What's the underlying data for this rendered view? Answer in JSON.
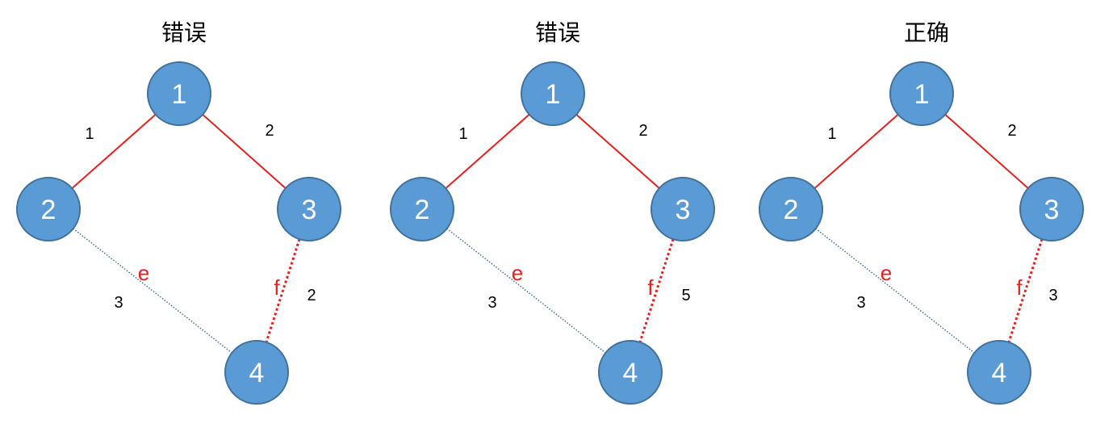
{
  "panels": [
    {
      "title": "错误",
      "edges": [
        {
          "from": "1",
          "to": "2",
          "weight": "1",
          "style": "solid-red"
        },
        {
          "from": "1",
          "to": "3",
          "weight": "2",
          "style": "solid-red"
        },
        {
          "from": "2",
          "to": "4",
          "weight": "3",
          "name": "e",
          "style": "dotted-blue"
        },
        {
          "from": "3",
          "to": "4",
          "weight": "2",
          "name": "f",
          "style": "dotted-red"
        }
      ]
    },
    {
      "title": "错误",
      "edges": [
        {
          "from": "1",
          "to": "2",
          "weight": "1",
          "style": "solid-red"
        },
        {
          "from": "1",
          "to": "3",
          "weight": "2",
          "style": "solid-red"
        },
        {
          "from": "2",
          "to": "4",
          "weight": "3",
          "name": "e",
          "style": "dotted-blue"
        },
        {
          "from": "3",
          "to": "4",
          "weight": "5",
          "name": "f",
          "style": "dotted-red"
        }
      ]
    },
    {
      "title": "正确",
      "edges": [
        {
          "from": "1",
          "to": "2",
          "weight": "1",
          "style": "solid-red"
        },
        {
          "from": "1",
          "to": "3",
          "weight": "2",
          "style": "solid-red"
        },
        {
          "from": "2",
          "to": "4",
          "weight": "3",
          "name": "e",
          "style": "dotted-blue"
        },
        {
          "from": "3",
          "to": "4",
          "weight": "3",
          "name": "f",
          "style": "dotted-red"
        }
      ]
    }
  ],
  "nodes": [
    "1",
    "2",
    "3",
    "4"
  ],
  "colors": {
    "node_fill": "#5b9bd5",
    "node_stroke": "#41719c",
    "tree_edge": "#e8201f",
    "dotted_blue": "#41719c",
    "edge_name": "#e8201f"
  }
}
